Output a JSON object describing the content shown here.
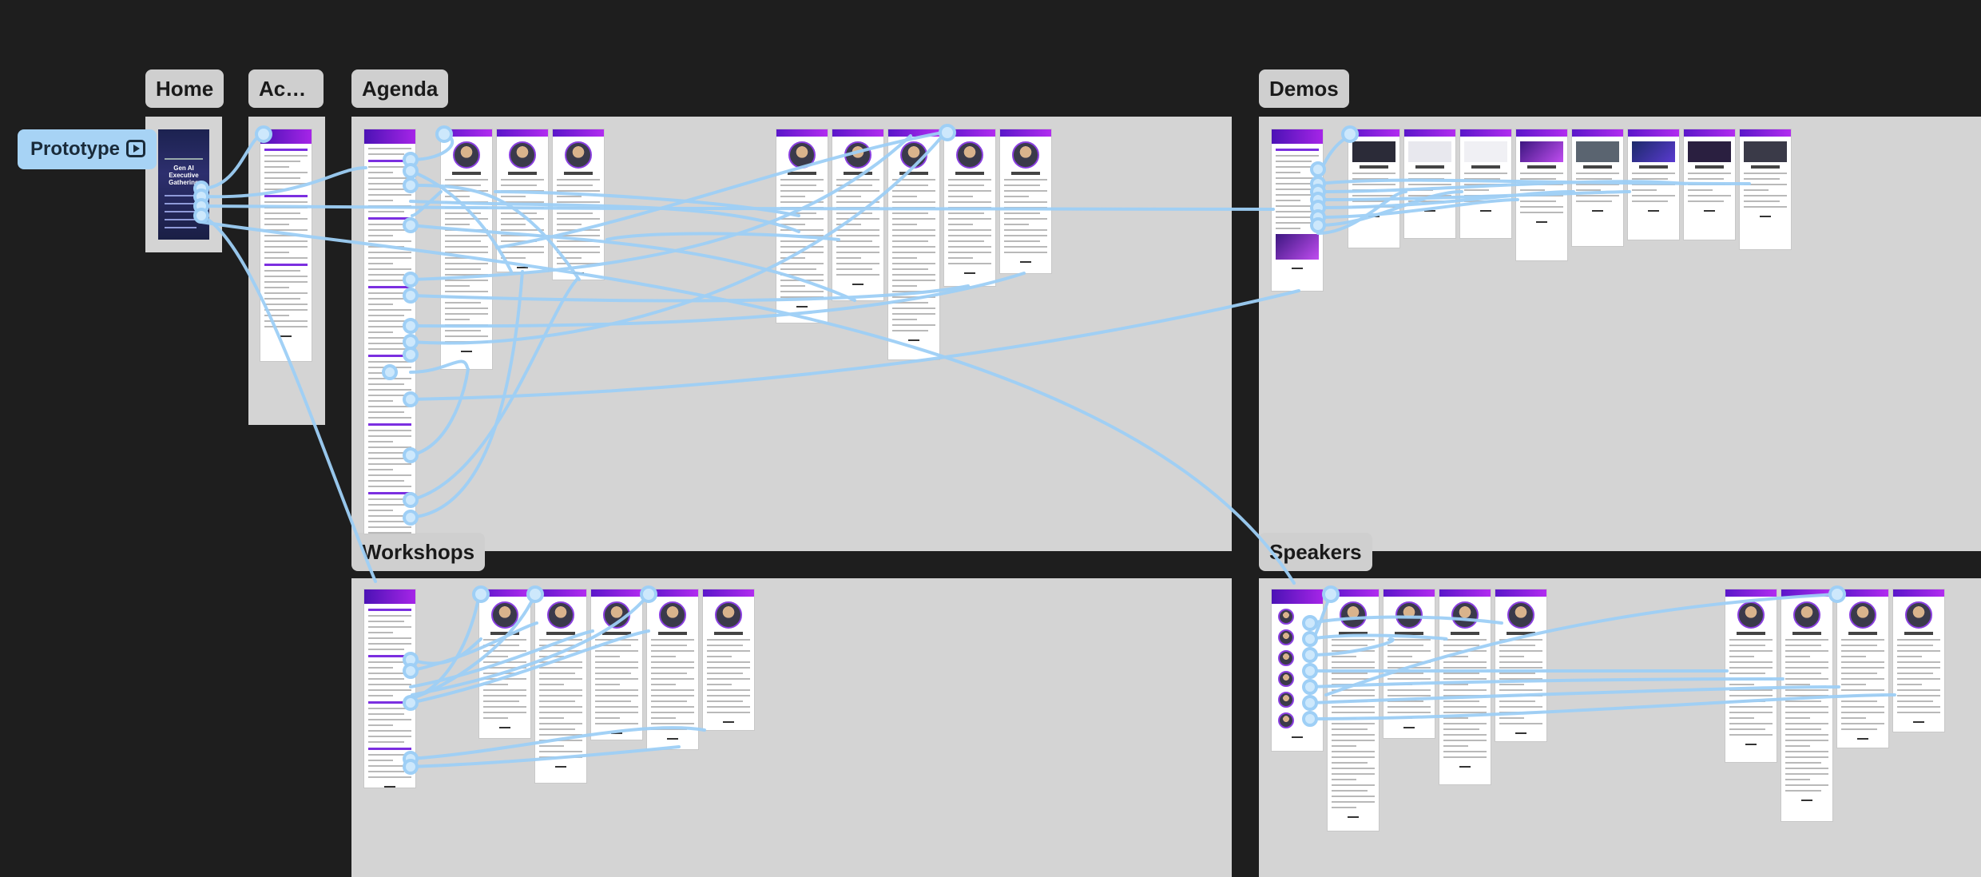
{
  "canvas": {
    "background": "#1e1e1e",
    "section_background": "#d4d4d4",
    "wire_color": "#9ecff6"
  },
  "prototype": {
    "label": "Prototype",
    "icon": "play-icon"
  },
  "sections": [
    {
      "id": "home",
      "label": "Home"
    },
    {
      "id": "access",
      "label": "Acce..."
    },
    {
      "id": "agenda",
      "label": "Agenda"
    },
    {
      "id": "demos",
      "label": "Demos"
    },
    {
      "id": "workshops",
      "label": "Workshops"
    },
    {
      "id": "speakers",
      "label": "Speakers"
    }
  ],
  "home_frame": {
    "title": "Gen AI Executive Gathering"
  }
}
